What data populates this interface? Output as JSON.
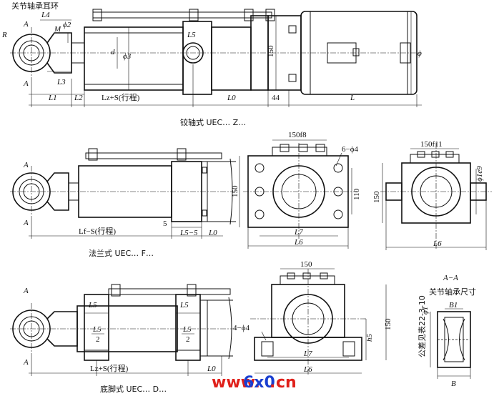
{
  "captions": {
    "hinge": "铰轴式 UEC… Z…",
    "flange": "法兰式 UEC… F…",
    "foot": "底脚式 UEC… D…"
  },
  "hinge_view": {
    "ear_ring": "关节轴承耳环",
    "R": "R",
    "A_top": "A",
    "A_bot": "A",
    "L4": "L4",
    "M": "M",
    "phi2": "ϕ2",
    "phi3": "ϕ3",
    "d": "d",
    "L3": "L3",
    "L5": "L5",
    "dim150": "150",
    "phi": "ϕ",
    "L1": "L1",
    "L2": "L2",
    "Lz_S": "Lz+S(行程)",
    "L0": "L0",
    "d44": "44",
    "L": "L"
  },
  "flange_view": {
    "A_top": "A",
    "A_bot": "A",
    "Lf_S": "Lf−S(行程)",
    "d5": "5",
    "L55": "L5−5",
    "L0": "L0"
  },
  "flange_end": {
    "w150f8": "150f8",
    "holes": "6−ϕ4",
    "h150": "150",
    "h110": "110",
    "L7": "L7",
    "L6": "L6"
  },
  "hinge_end": {
    "w150f11": "150f11",
    "phi1e9": "ϕ1e9",
    "h150": "150",
    "L6": "L6"
  },
  "foot_view": {
    "A_top": "A",
    "A_bot": "A",
    "L5a": "L5",
    "L5b": "L5",
    "L5half_a_num": "L5",
    "L5half_a_den": "2",
    "L5half_b_num": "L5",
    "L5half_b_den": "2",
    "Lz_S": "Lz+S(行程)",
    "L0": "L0"
  },
  "foot_end": {
    "w150": "150",
    "holes": "4−ϕ4",
    "h150": "150",
    "h5": "h5",
    "L7": "L7",
    "L6": "L6"
  },
  "section_aa": {
    "title": "A−A",
    "subtitle": "关节轴承尺寸",
    "phi1": "ϕ1",
    "tol": "公差见表22-3-10",
    "B1": "B1",
    "B": "B"
  },
  "watermark": {
    "w": "www.",
    "num": "6x0",
    "dot": ".",
    "cn": "cn",
    "red": "#e0201a",
    "blue": "#1a3fd0"
  }
}
